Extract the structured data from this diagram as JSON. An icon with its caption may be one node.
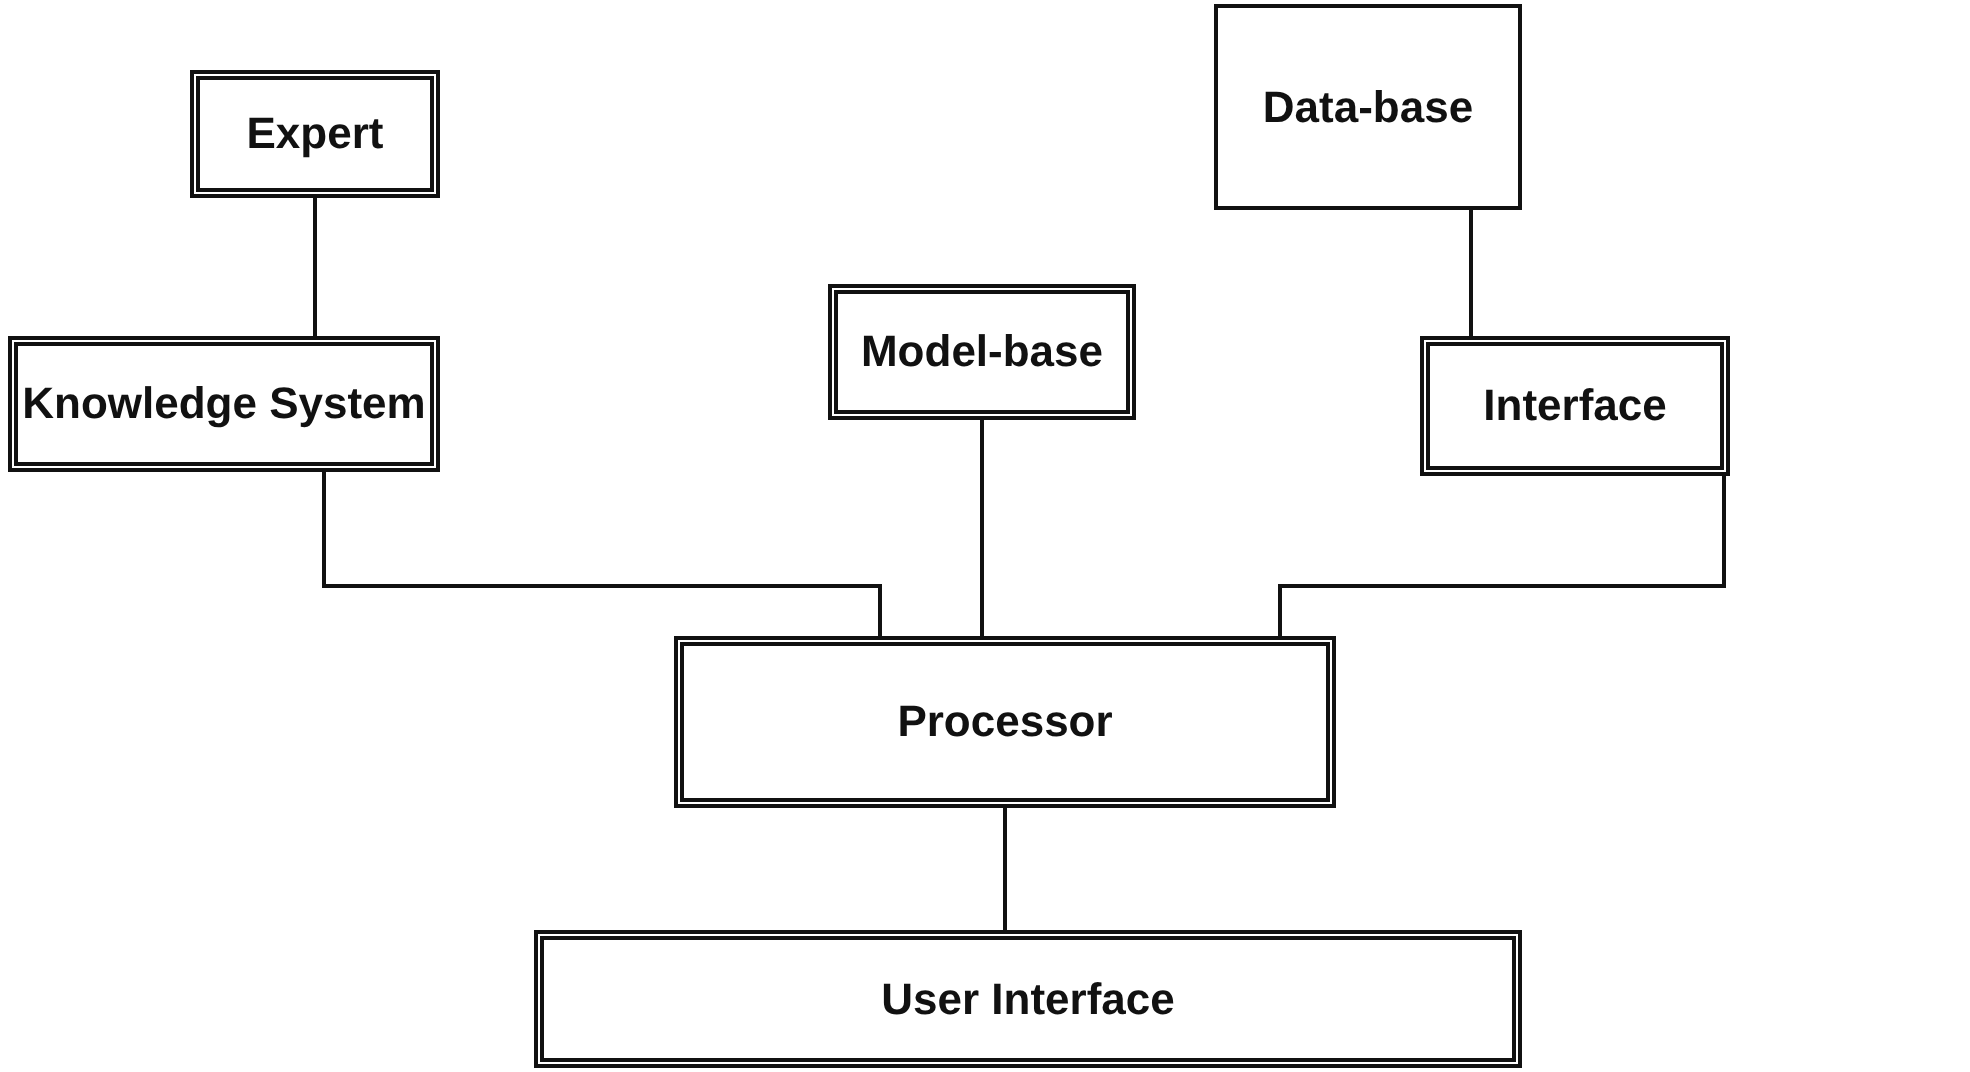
{
  "diagram": {
    "nodes": [
      {
        "text": [
          "Expert"
        ]
      },
      {
        "text": [
          "Data-base"
        ]
      },
      {
        "text": [
          "Knowledge System"
        ]
      },
      {
        "text": [
          "Model-base"
        ]
      },
      {
        "text": [
          "Interface"
        ]
      },
      {
        "text": [
          "Processor"
        ]
      },
      {
        "text": [
          "User Interface"
        ]
      }
    ],
    "edges": [
      {
        "from": 0,
        "to": 2,
        "arrow": "none"
      },
      {
        "from": 1,
        "to": 4,
        "arrow": "none"
      },
      {
        "from": 2,
        "to": 5,
        "arrow": "none"
      },
      {
        "from": 3,
        "to": 5,
        "arrow": "none"
      },
      {
        "from": 4,
        "to": 5,
        "arrow": "none"
      },
      {
        "from": 5,
        "to": 6,
        "arrow": "none"
      }
    ]
  }
}
